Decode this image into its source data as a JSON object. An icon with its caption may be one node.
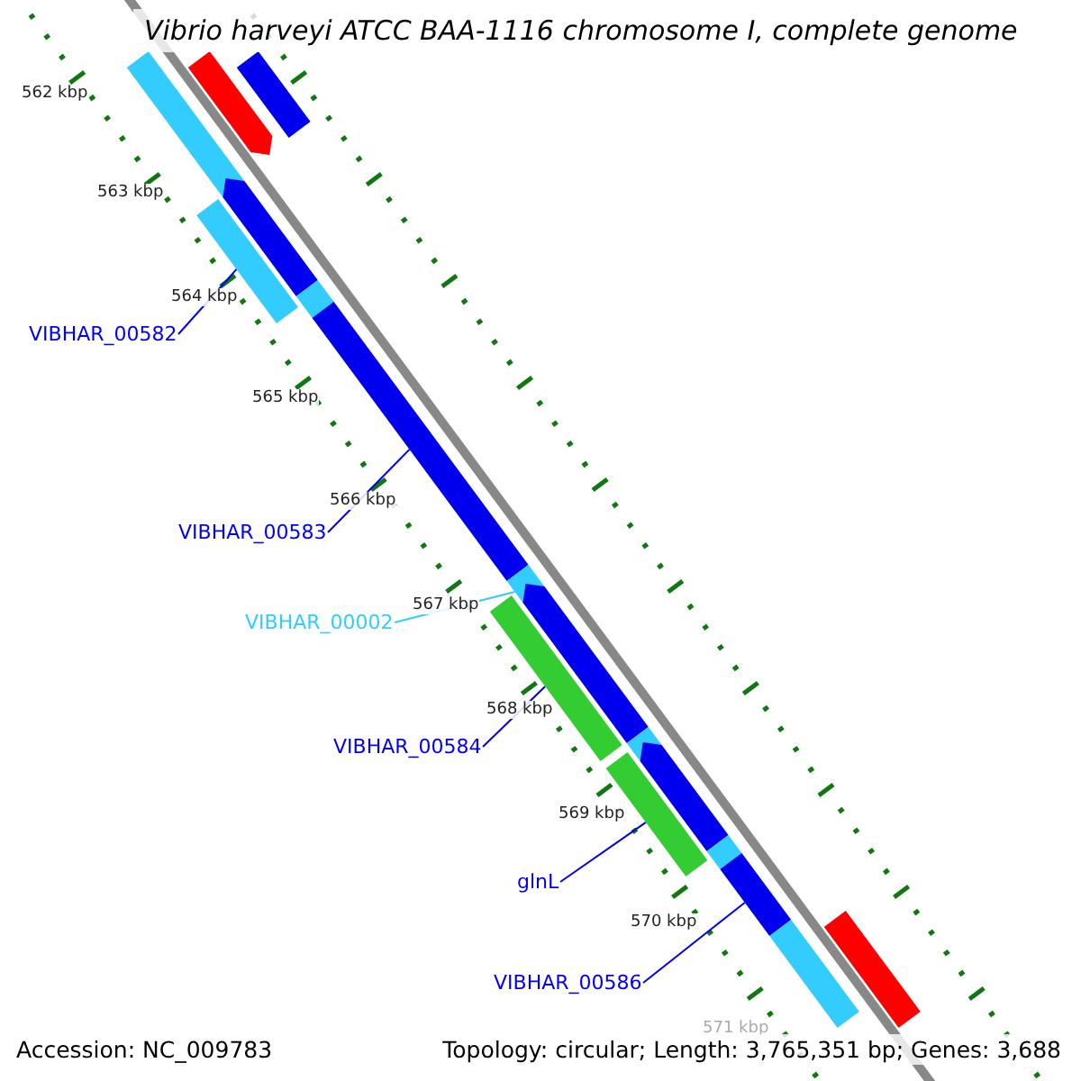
{
  "diagram": {
    "title": "Vibrio harveyi ATCC BAA-1116 chromosome I, complete genome",
    "nodes": [
      {
        "text": [
          "VIBHAR_00582"
        ]
      },
      {
        "text": [],
        "shape": "bar"
      },
      {
        "text": [
          "VIBHAR_00583"
        ]
      },
      {
        "text": [],
        "shape": "bar"
      },
      {
        "text": [
          "VIBHAR_00002"
        ]
      },
      {
        "text": [],
        "shape": "bar"
      },
      {
        "text": [
          "VIBHAR_00584"
        ]
      },
      {
        "text": [],
        "shape": "bar"
      },
      {
        "text": [
          "glnL"
        ]
      },
      {
        "text": [],
        "shape": "bar"
      },
      {
        "text": [
          "VIBHAR_00586"
        ]
      },
      {
        "text": [],
        "shape": "bar"
      },
      {
        "text": [],
        "shape": "bar"
      },
      {
        "text": [],
        "shape": "bar"
      },
      {
        "text": [],
        "shape": "bar"
      },
      {
        "text": [],
        "shape": "bar"
      },
      {
        "text": [],
        "shape": "bar"
      },
      {
        "text": [],
        "shape": "bar"
      },
      {
        "text": [],
        "shape": "bar"
      },
      {
        "text": [],
        "shape": "bar"
      },
      {
        "text": [],
        "shape": "bar"
      },
      {
        "text": [],
        "shape": "bar"
      },
      {
        "text": [],
        "shape": "bar"
      }
    ],
    "edges": [
      {
        "from": 0,
        "to": 1,
        "arrow": "none"
      },
      {
        "from": 2,
        "to": 3,
        "arrow": "none"
      },
      {
        "from": 4,
        "to": 5,
        "arrow": "none",
        "color": "#33ccff"
      },
      {
        "from": 6,
        "to": 7,
        "arrow": "none"
      },
      {
        "from": 8,
        "to": 9,
        "arrow": "none"
      },
      {
        "from": 10,
        "to": 11,
        "arrow": "none"
      }
    ],
    "labels": [
      "562 kbp",
      "563 kbp",
      "564 kbp",
      "565 kbp",
      "566 kbp",
      "567 kbp",
      "568 kbp",
      "569 kbp",
      "570 kbp",
      "571 kbp",
      "Accession: NC_009783",
      "Topology: circular; Length: 3,765,351 bp; Genes: 3,688"
    ]
  }
}
